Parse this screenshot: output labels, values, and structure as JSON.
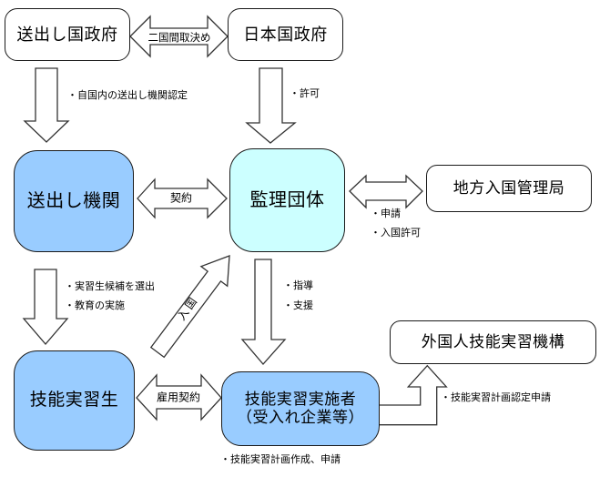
{
  "diagram": {
    "nodes": {
      "sending_country_gov": {
        "label": "送出し国政府"
      },
      "japan_gov": {
        "label": "日本国政府"
      },
      "sending_org": {
        "label": "送出し機関"
      },
      "supervising_org": {
        "label": "監理団体"
      },
      "regional_immigration_bureau": {
        "label": "地方入国管理局"
      },
      "trainee": {
        "label": "技能実習生"
      },
      "implementer": {
        "line1": "技能実習実施者",
        "line2": "（受入れ企業等）"
      },
      "otit": {
        "label": "外国人技能実習機構"
      }
    },
    "labels": {
      "bilateral_agreement": "二国間取決め",
      "accreditation": "・自国内の送出し機関認定",
      "permission": "・許可",
      "contract": "契約",
      "application": "・申請",
      "entry_permission": "・入国許可",
      "select_candidates": "・実習生候補を選出",
      "education": "・教育の実施",
      "entry": "入国",
      "guidance": "・指導",
      "support": "・支援",
      "employment_contract": "雇用契約",
      "plan_creation": "・技能実習計画作成、申請",
      "plan_certification": "・技能実習計画認定申請"
    },
    "colors": {
      "node_blue": "#99CCFF",
      "node_cyan": "#CCFFFF",
      "node_white": "#FFFFFF",
      "outline": "#333333"
    }
  }
}
